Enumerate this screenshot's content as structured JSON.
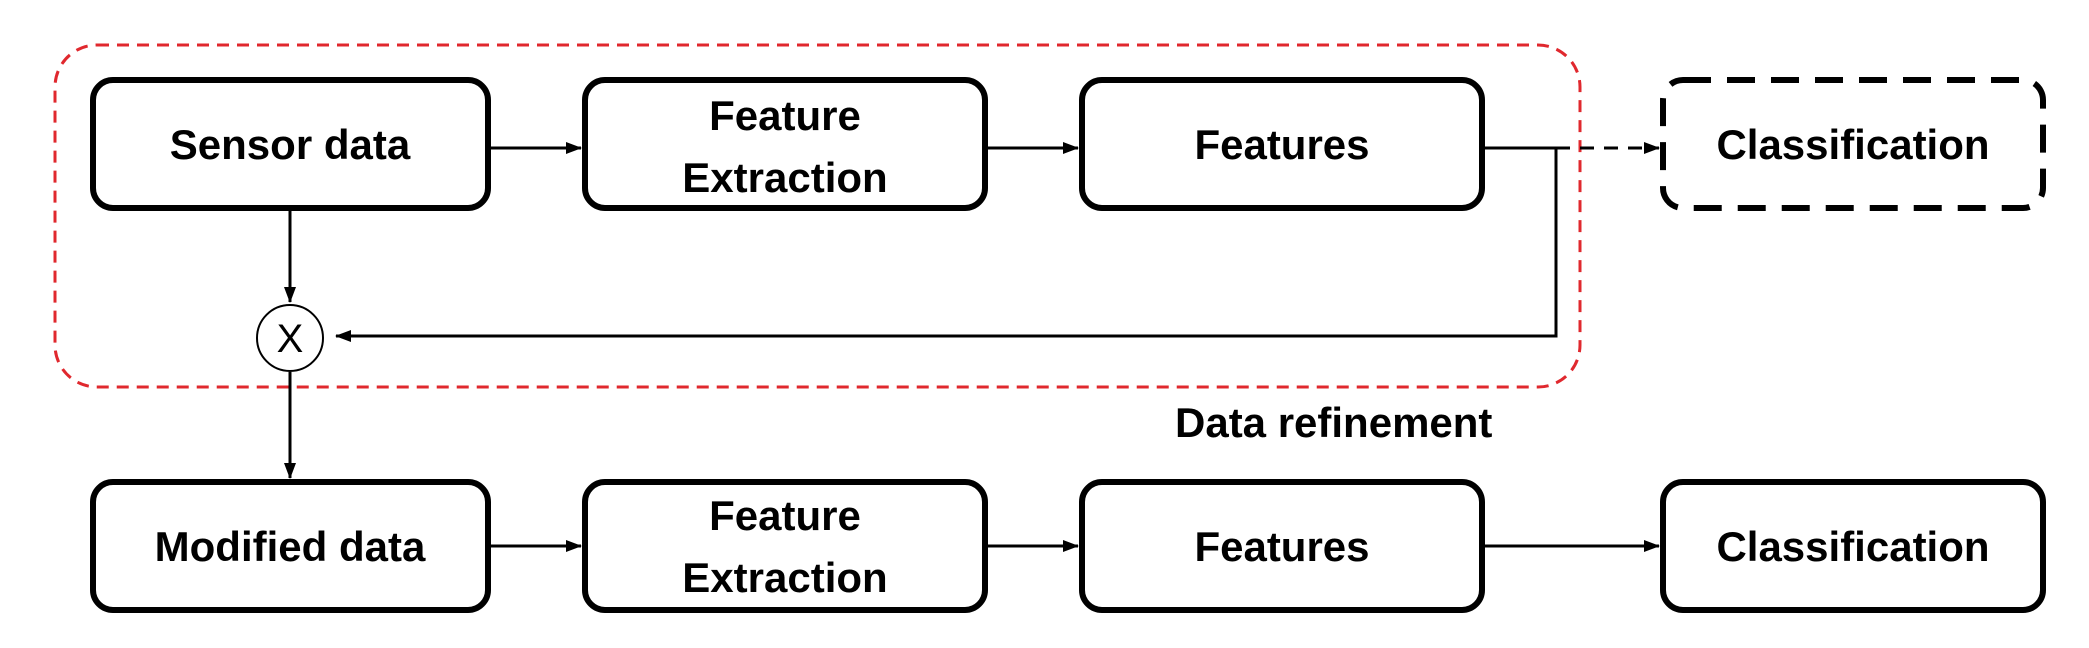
{
  "diagram": {
    "refinement_label": "Data refinement",
    "multiply_symbol": "X",
    "top_row": {
      "sensor_data": "Sensor data",
      "feature_extraction_line1": "Feature",
      "feature_extraction_line2": "Extraction",
      "features": "Features",
      "classification": "Classification"
    },
    "bottom_row": {
      "modified_data": "Modified data",
      "feature_extraction_line1": "Feature",
      "feature_extraction_line2": "Extraction",
      "features": "Features",
      "classification": "Classification"
    },
    "colors": {
      "stroke": "#000000",
      "refinement_border": "#e0282e",
      "background": "#ffffff"
    }
  }
}
